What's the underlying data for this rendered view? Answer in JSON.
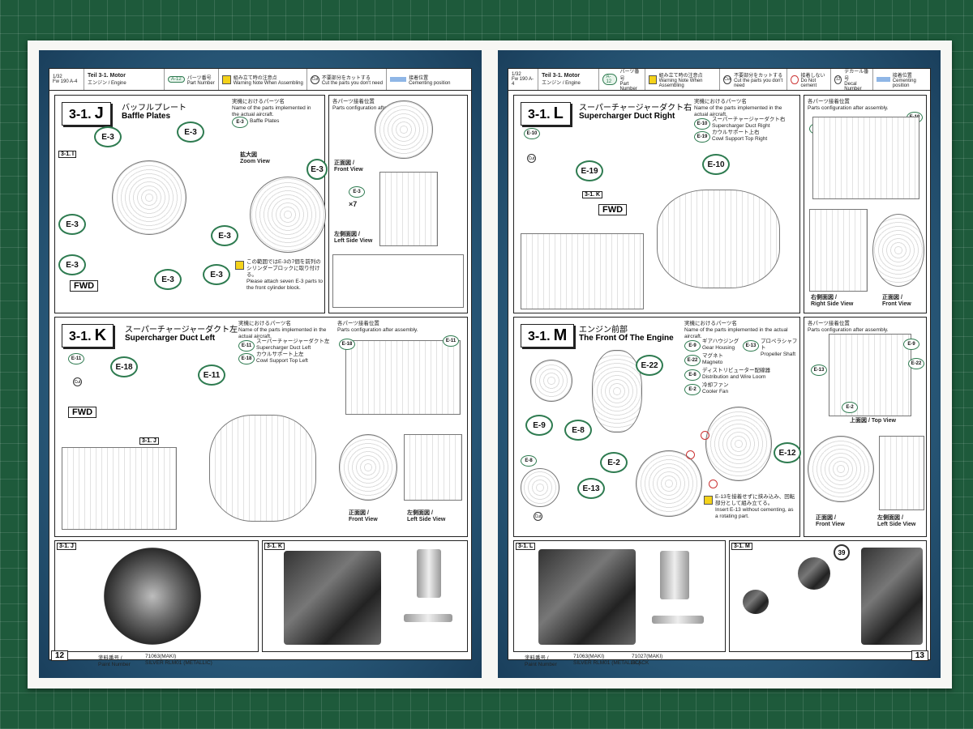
{
  "legend": {
    "part_number_jp": "パーツ番号",
    "part_number_en": "Part Number",
    "warning_jp": "組み立て時の注意点",
    "warning_en": "Warning Note When Assembling",
    "cut_jp": "不要部分をカットする",
    "cut_en": "Cut the parts you don't need",
    "no_cement_jp": "接着しない",
    "no_cement_en": "Do Not cement",
    "decal_jp": "デカール番号",
    "decal_en": "Decal Number",
    "cement_jp": "接着位置",
    "cement_en": "Cementing position",
    "badge": "A-12",
    "decal_badge": "12"
  },
  "left_page": {
    "header_scale": "1/32",
    "header_kit": "Fw 190 A-4",
    "header_step": "Teil 3-1. Motor",
    "header_step2": "エンジン / Engine",
    "page_number": "12",
    "paint_jp": "塗料番号 /",
    "paint_en": "Paint Number",
    "paint_code": "71063(MAKI)",
    "paint_name": "SILVER RLM01 (METALLIC)",
    "J": {
      "step": "3-1.",
      "letter": "J",
      "title_jp": "バッフルプレート",
      "title_en": "Baffle Plates",
      "actual_jp": "実機におけるパーツ名",
      "actual_en": "Name of the parts implemented in the actual aircraft.",
      "part_badge": "E-3",
      "part_name": "Baffle Plates",
      "zoom_jp": "拡大図",
      "zoom_en": "Zoom View",
      "config_jp": "各パーツ接着位置",
      "config_en": "Parts configuration after assembly.",
      "front_jp": "正面図 /",
      "front_en": "Front View",
      "left_jp": "左側面図 /",
      "left_en": "Left Side View",
      "times": "×7",
      "note_jp": "この範囲ではE-3の7個を前列のシリンダーブロックに取り付ける。",
      "note_en": "Please attach seven E-3 parts to the front cylinder block.",
      "sub": "3-1. I",
      "fwd": "FWD",
      "badges": [
        "E-3",
        "E-3",
        "E-3",
        "E-3",
        "E-3",
        "E-3",
        "E-3",
        "E-3",
        "E-3"
      ]
    },
    "K": {
      "step": "3-1.",
      "letter": "K",
      "title_jp": "スーパーチャージャーダクト左",
      "title_en": "Supercharger Duct Left",
      "actual_jp": "実機におけるパーツ名",
      "actual_en": "Name of the parts implemented in the actual aircraft.",
      "p1_badge": "E-11",
      "p1_jp": "スーパーチャージャーダクト左",
      "p1_en": "Supercharger Duct Left",
      "p2_badge": "E-18",
      "p2_jp": "カウルサポート上左",
      "p2_en": "Cowl Support Top Left",
      "config_jp": "各パーツ接着位置",
      "config_en": "Parts configuration after assembly.",
      "front_jp": "正面図 /",
      "front_en": "Front View",
      "left_jp": "左側面図 /",
      "left_en": "Left Side View",
      "sub": "3-1. J",
      "fwd": "FWD",
      "b_e11": "E-11",
      "b_e18": "E-18",
      "small_e11": "E-11",
      "small_e18": "E-18",
      "small_e11b": "E-11"
    },
    "photo_j": "3-1. J",
    "photo_k": "3-1. K"
  },
  "right_page": {
    "header_scale": "1/32",
    "header_kit": "Fw 190 A-4",
    "header_step": "Teil 3-1. Motor",
    "header_step2": "エンジン / Engine",
    "page_number": "13",
    "paint_jp": "塗料番号 /",
    "paint_en": "Paint Number",
    "paint_code": "71063(MAKI)",
    "paint_name": "SILVER RLM01 (METALLIC)",
    "paint_code2": "71027(MAKI)",
    "paint_name2": "BLACK",
    "L": {
      "step": "3-1.",
      "letter": "L",
      "title_jp": "スーパーチャージャーダクト右",
      "title_en": "Supercharger Duct Right",
      "actual_jp": "実機におけるパーツ名",
      "actual_en": "Name of the parts implemented in the actual aircraft.",
      "p1_badge": "E-10",
      "p1_jp": "スーパーチャージャーダクト右",
      "p1_en": "Supercharger Duct Right",
      "p2_badge": "E-19",
      "p2_jp": "カウルサポート上右",
      "p2_en": "Cowl Support Top Right",
      "config_jp": "各パーツ接着位置",
      "config_en": "Parts configuration after assembly.",
      "right_jp": "右側面図 /",
      "right_en": "Right Side View",
      "front_jp": "正面図 /",
      "front_en": "Front View",
      "sub": "3-1. K",
      "fwd": "FWD",
      "b_e19": "E-19",
      "b_e10": "E-10",
      "small_e10": "E-10",
      "small_e19": "E-19",
      "small_e10b": "E-10"
    },
    "M": {
      "step": "3-1.",
      "letter": "M",
      "title_jp": "エンジン前部",
      "title_en": "The Front Of The Engine",
      "actual_jp": "実機におけるパーツ名",
      "actual_en": "Name of the parts implemented in the actual aircraft.",
      "parts": [
        {
          "badge": "E-9",
          "jp": "ギアハウジング",
          "en": "Gear Housing"
        },
        {
          "badge": "E-13",
          "jp": "プロペラシャフト",
          "en": "Propeller Shaft"
        },
        {
          "badge": "E-22",
          "jp": "マグネト",
          "en": "Magneto"
        },
        {
          "badge": "E-8",
          "jp": "ディストリビューター配線器",
          "en": "Distribution and Wire Loom"
        },
        {
          "badge": "E-2",
          "jp": "冷却ファン",
          "en": "Cooler Fan"
        }
      ],
      "config_jp": "各パーツ接着位置",
      "config_en": "Parts configuration after assembly.",
      "top_jp": "上面図 /",
      "top_en": "Top View",
      "front_jp": "正面図 /",
      "front_en": "Front View",
      "left_jp": "左側面図 /",
      "left_en": "Left Side View",
      "note_jp": "E-13を接着せずに挟み込み、回転部分として組み立てる。",
      "note_en": "Insert E-13 without cementing, as a rotating part.",
      "b_e22": "E-22",
      "b_e9": "E-9",
      "b_e8": "E-8",
      "b_e2": "E-2",
      "b_e13": "E-13",
      "b_e12": "E-12",
      "small_e8": "E-8",
      "small_e13": "E-13",
      "small_e22": "E-22",
      "small_e2a": "E-2",
      "small_e9": "E-9"
    },
    "photo_l": "3-1. L",
    "photo_m": "3-1. M",
    "decal_39": "39"
  }
}
